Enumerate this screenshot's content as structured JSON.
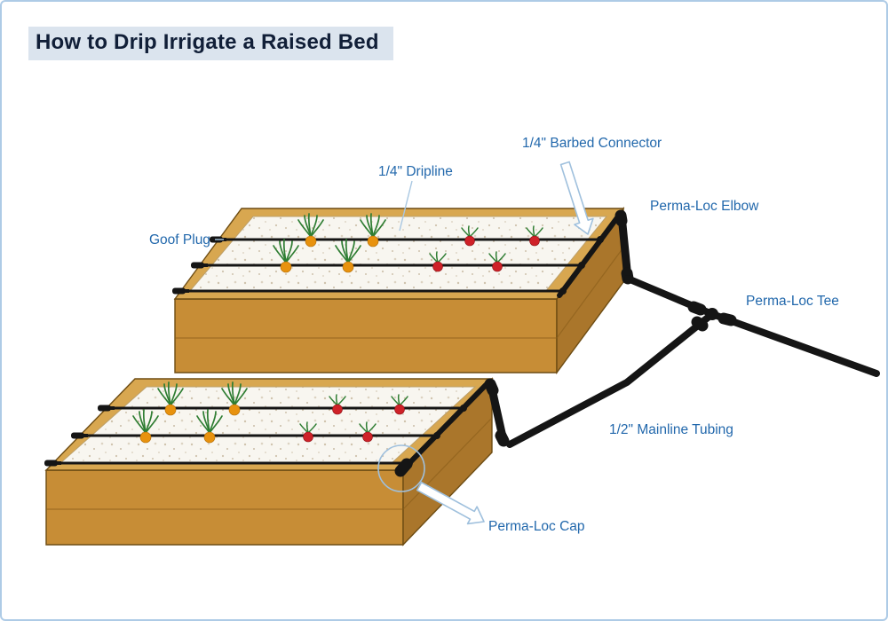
{
  "title": "How to Drip Irrigate a Raised Bed",
  "labels": {
    "barbed_connector": "1/4\" Barbed Connector",
    "dripline": "1/4\" Dripline",
    "elbow": "Perma-Loc Elbow",
    "goof_plug": "Goof Plug",
    "tee": "Perma-Loc Tee",
    "mainline": "1/2\" Mainline Tubing",
    "cap": "Perma-Loc Cap"
  },
  "colors": {
    "border": "#aecbe6",
    "title_text": "#111f38",
    "title_bg": "#dbe4ee",
    "label_text": "#2268ac",
    "leader": "#a9c7e2",
    "wood_front": "#c78d36",
    "wood_side": "#aa762b",
    "wood_rim": "#d8a750",
    "wood_outline": "#6d4c13",
    "soil": "#f8f6f0",
    "speckle": "#cfc3ad",
    "tubing": "#151515",
    "carrot": "#e8920e",
    "radish": "#cf2128",
    "leaf": "#2e7d32",
    "arrow_fill": "#ffffff",
    "arrow_outline": "#9fc0dd"
  }
}
